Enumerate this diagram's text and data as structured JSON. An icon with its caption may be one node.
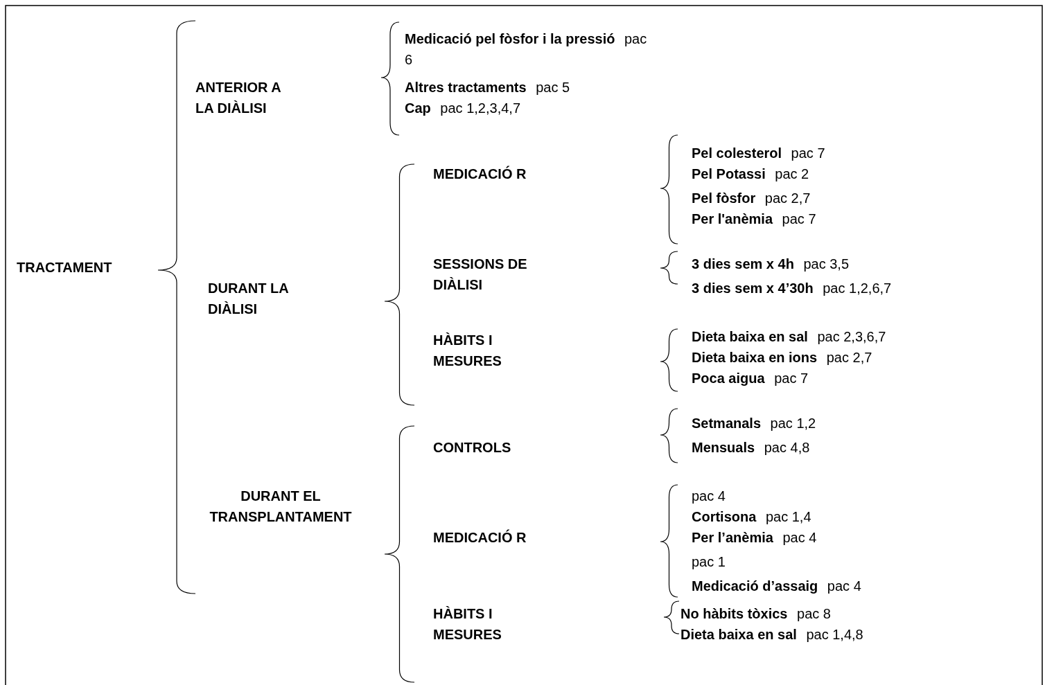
{
  "diagram": {
    "labels": [
      "TRACTAMENT",
      "ANTERIOR A LA DIÀLISI",
      "**Medicació pel fòsfor i la pressió** pac 6",
      "**Altres tractaments** pac 5",
      "**Cap** pac 1,2,3,4,7",
      "DURANT LA DIÀLISI",
      "MEDICACIÓ R",
      "**Pel colesterol** pac 7",
      "**Pel Potassi** pac 2",
      "**Pel fòsfor** pac 2,7",
      "**Per l'anèmia** pac 7",
      "SESSIONS DE DIÀLISI",
      "**3 dies sem x 4h** pac 3,5",
      "**3 dies sem x 4’30h** pac 1,2,6,7",
      "HÀBITS I MESURES",
      "**Dieta baixa en sal** pac 2,3,6,7",
      "**Dieta baixa en ions** pac 2,7",
      "**Poca aigua** pac 7",
      "CONTROLS",
      "**Setmanals** pac 1,2",
      "**Mensuals** pac 4,8",
      "DURANT EL TRANSPLANTAMENT",
      "MEDICACIÓ R",
      "pac 4",
      "**Cortisona** pac 1,4",
      "**Per l’anèmia** pac 4",
      "pac 1",
      "**Medicació d’assaig** pac 4",
      "HÀBITS I MESURES",
      "**No hàbits tòxics** pac 8",
      "**Dieta baixa en sal** pac 1,4,8"
    ]
  }
}
